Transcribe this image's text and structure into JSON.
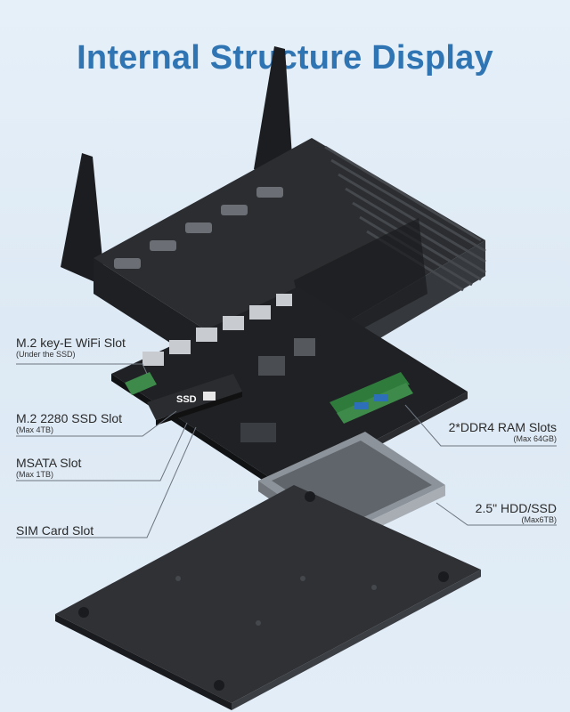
{
  "title": "Internal Structure Display",
  "ssd_chip_text": "SSD",
  "labels": {
    "wifi": {
      "main": "M.2 key-E WiFi Slot",
      "sub": "(Under the SSD)"
    },
    "ssd": {
      "main": "M.2 2280 SSD Slot",
      "sub": "(Max 4TB)"
    },
    "msata": {
      "main": "MSATA Slot",
      "sub": "(Max 1TB)"
    },
    "sim": {
      "main": "SIM Card Slot"
    },
    "ram": {
      "main": "2*DDR4 RAM Slots",
      "sub": "(Max  64GB)"
    },
    "hdd": {
      "main": "2.5\" HDD/SSD",
      "sub": "(Max6TB)"
    }
  },
  "colors": {
    "title": "#2f74b3",
    "case": "#2b2d30",
    "board": "#1f2124",
    "ram_green": "#3d8a4a",
    "bracket": "#9aa0a6"
  }
}
